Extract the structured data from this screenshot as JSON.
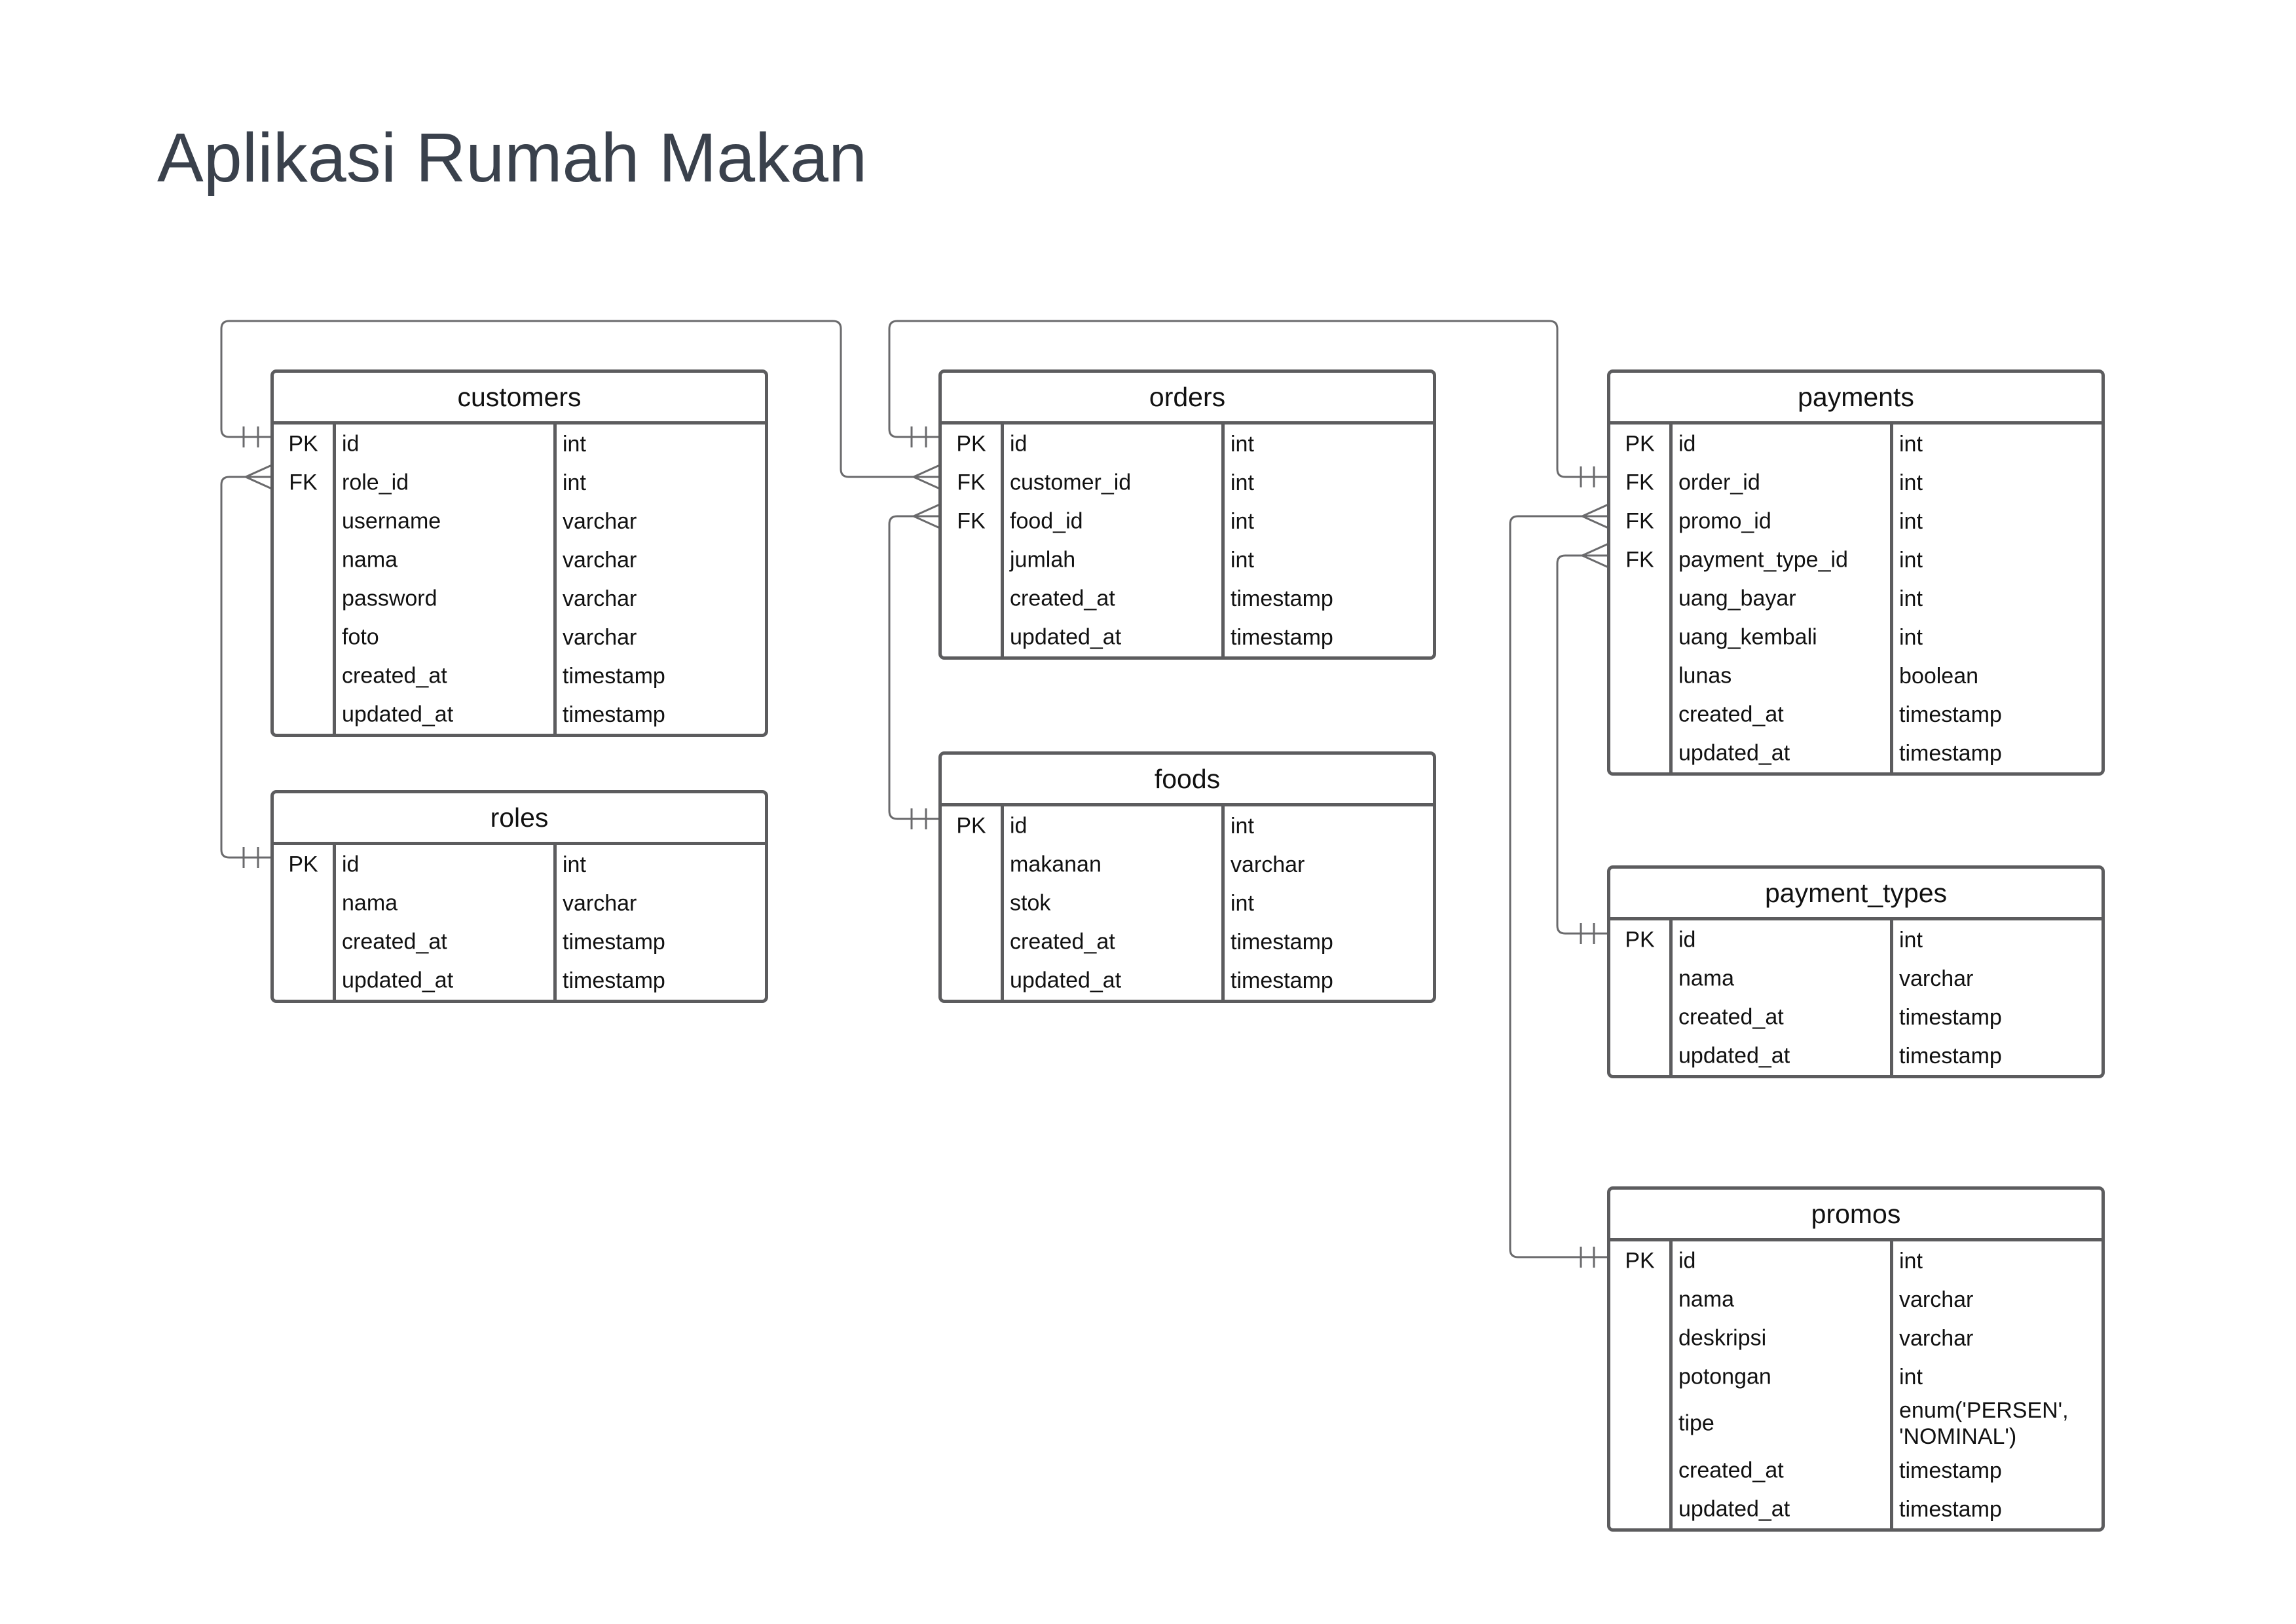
{
  "title": "Aplikasi Rumah Makan",
  "colors": {
    "border": "#5c5c5e",
    "connector": "#6a6a6c",
    "title": "#3a414c"
  },
  "entities": {
    "customers": {
      "name": "customers",
      "rows": [
        {
          "key": "PK",
          "field": "id",
          "type": "int"
        },
        {
          "key": "FK",
          "field": "role_id",
          "type": "int"
        },
        {
          "key": "",
          "field": "username",
          "type": "varchar"
        },
        {
          "key": "",
          "field": "nama",
          "type": "varchar"
        },
        {
          "key": "",
          "field": "password",
          "type": "varchar"
        },
        {
          "key": "",
          "field": "foto",
          "type": "varchar"
        },
        {
          "key": "",
          "field": "created_at",
          "type": "timestamp"
        },
        {
          "key": "",
          "field": "updated_at",
          "type": "timestamp"
        }
      ]
    },
    "roles": {
      "name": "roles",
      "rows": [
        {
          "key": "PK",
          "field": "id",
          "type": "int"
        },
        {
          "key": "",
          "field": "nama",
          "type": "varchar"
        },
        {
          "key": "",
          "field": "created_at",
          "type": "timestamp"
        },
        {
          "key": "",
          "field": "updated_at",
          "type": "timestamp"
        }
      ]
    },
    "orders": {
      "name": "orders",
      "rows": [
        {
          "key": "PK",
          "field": "id",
          "type": "int"
        },
        {
          "key": "FK",
          "field": "customer_id",
          "type": "int"
        },
        {
          "key": "FK",
          "field": "food_id",
          "type": "int"
        },
        {
          "key": "",
          "field": "jumlah",
          "type": "int"
        },
        {
          "key": "",
          "field": "created_at",
          "type": "timestamp"
        },
        {
          "key": "",
          "field": "updated_at",
          "type": "timestamp"
        }
      ]
    },
    "foods": {
      "name": "foods",
      "rows": [
        {
          "key": "PK",
          "field": "id",
          "type": "int"
        },
        {
          "key": "",
          "field": "makanan",
          "type": "varchar"
        },
        {
          "key": "",
          "field": "stok",
          "type": "int"
        },
        {
          "key": "",
          "field": "created_at",
          "type": "timestamp"
        },
        {
          "key": "",
          "field": "updated_at",
          "type": "timestamp"
        }
      ]
    },
    "payments": {
      "name": "payments",
      "rows": [
        {
          "key": "PK",
          "field": "id",
          "type": "int"
        },
        {
          "key": "FK",
          "field": "order_id",
          "type": "int"
        },
        {
          "key": "FK",
          "field": "promo_id",
          "type": "int"
        },
        {
          "key": "FK",
          "field": "payment_type_id",
          "type": "int"
        },
        {
          "key": "",
          "field": "uang_bayar",
          "type": "int"
        },
        {
          "key": "",
          "field": "uang_kembali",
          "type": "int"
        },
        {
          "key": "",
          "field": "lunas",
          "type": "boolean"
        },
        {
          "key": "",
          "field": "created_at",
          "type": "timestamp"
        },
        {
          "key": "",
          "field": "updated_at",
          "type": "timestamp"
        }
      ]
    },
    "payment_types": {
      "name": "payment_types",
      "rows": [
        {
          "key": "PK",
          "field": "id",
          "type": "int"
        },
        {
          "key": "",
          "field": "nama",
          "type": "varchar"
        },
        {
          "key": "",
          "field": "created_at",
          "type": "timestamp"
        },
        {
          "key": "",
          "field": "updated_at",
          "type": "timestamp"
        }
      ]
    },
    "promos": {
      "name": "promos",
      "rows": [
        {
          "key": "PK",
          "field": "id",
          "type": "int"
        },
        {
          "key": "",
          "field": "nama",
          "type": "varchar"
        },
        {
          "key": "",
          "field": "deskripsi",
          "type": "varchar"
        },
        {
          "key": "",
          "field": "potongan",
          "type": "int"
        },
        {
          "key": "",
          "field": "tipe",
          "type": "enum('PERSEN',\n'NOMINAL')"
        },
        {
          "key": "",
          "field": "created_at",
          "type": "timestamp"
        },
        {
          "key": "",
          "field": "updated_at",
          "type": "timestamp"
        }
      ]
    }
  },
  "relationships": [
    {
      "from": "roles.id",
      "to": "customers.role_id",
      "cardinality": "one-to-many"
    },
    {
      "from": "customers.id",
      "to": "orders.customer_id",
      "cardinality": "one-to-many"
    },
    {
      "from": "foods.id",
      "to": "orders.food_id",
      "cardinality": "one-to-many"
    },
    {
      "from": "orders.id",
      "to": "payments.order_id",
      "cardinality": "one-to-one"
    },
    {
      "from": "promos.id",
      "to": "payments.promo_id",
      "cardinality": "one-to-many"
    },
    {
      "from": "payment_types.id",
      "to": "payments.payment_type_id",
      "cardinality": "one-to-many"
    }
  ]
}
